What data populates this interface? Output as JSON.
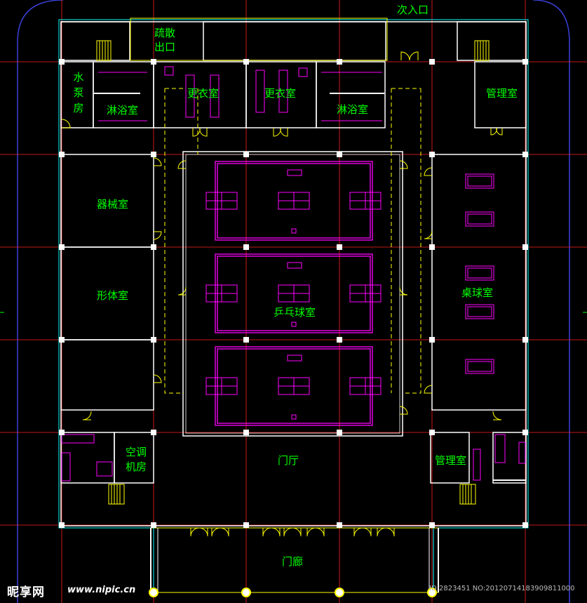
{
  "plan": {
    "rooms": {
      "secondary_entrance": "次入口",
      "evacuation_exit": "疏散出口",
      "pump_room": "水泵房",
      "shower_room_left": "淋浴室",
      "locker_room_left": "更衣室",
      "locker_room_right": "更衣室",
      "shower_room_right": "淋浴室",
      "management_room_top": "管理室",
      "equipment_room": "器械室",
      "fitness_room": "形体室",
      "table_tennis_hall": "乒乓球室",
      "billiards_room": "桌球室",
      "hvac_room": "空调机房",
      "lobby": "门厅",
      "management_room_bottom": "管理室",
      "porch": "门廊"
    },
    "colors": {
      "background": "#000000",
      "wall": "#ffffff",
      "axis_line": "#ff2020",
      "fixture": "#ff00ff",
      "door_stair": "#ffff00",
      "label": "#00ff00",
      "outline": "#00ffff",
      "dashed_line": "#ffff00"
    }
  },
  "watermark": {
    "logo": "昵享网",
    "site": "www.nipic.cn",
    "id": "ID:2823451 NO:20120714183909811000"
  }
}
